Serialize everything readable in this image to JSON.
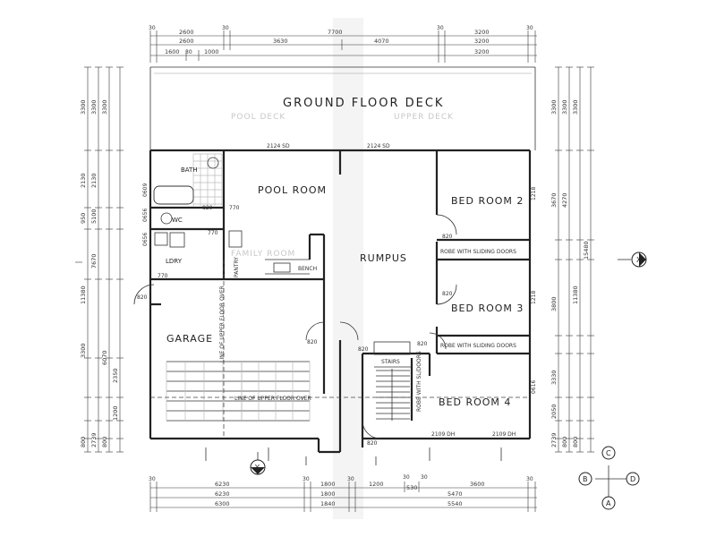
{
  "rooms": {
    "deck": "GROUND FLOOR DECK",
    "pool_room": "POOL ROOM",
    "rumpus": "RUMPUS",
    "garage": "GARAGE",
    "bed2": "BED ROOM 2",
    "bed3": "BED ROOM 3",
    "bed4": "BED ROOM 4",
    "bath": "BATH",
    "wc": "WC",
    "ldry": "LDRY",
    "stairs": "STAIRS",
    "bench": "BENCH",
    "pantry": "PANTRY",
    "robe2": "ROBE WITH SLIDING DOORS",
    "robe3": "ROBE WITH SLIDING DOORS",
    "robe4": "ROBE WITH SL/DOORS"
  },
  "notes": {
    "upper_floor_v": "LINE OF UPPER FLOOR OVER",
    "upper_floor_h": "LINE OF UPPER FLOOR OVER",
    "sd_left": "2124 SD",
    "sd_right": "2124 SD",
    "dh_left": "2109 DH",
    "dh_right": "2109 DH",
    "ghost_deck_a": "POOL DECK",
    "ghost_deck_b": "UPPER DECK",
    "ghost_room": "FAMILY ROOM"
  },
  "doors": {
    "d1": "820",
    "d2": "820",
    "d3": "820",
    "d4": "820",
    "d5": "820",
    "d6": "820",
    "d7": "820",
    "d8": "820"
  },
  "windows": {
    "w_bath": "0609",
    "w_wc": "0656",
    "w_ldry": "0656",
    "w_ldry2": "770",
    "w_bed2": "1218",
    "w_bed3": "1218",
    "w_bed4": "0616",
    "w_pool1": "770",
    "w_pool2": "770"
  },
  "dims_top": {
    "r0": [
      "2600",
      "7700",
      "3200"
    ],
    "r1": [
      "2600",
      "3630",
      "4070",
      "3200"
    ],
    "r2": [
      "1600",
      "1000",
      "3200"
    ],
    "small": [
      "30",
      "30",
      "30",
      "30",
      "30"
    ]
  },
  "dims_bottom": {
    "r0": [
      "6230",
      "1800",
      "1200",
      "530",
      "3600"
    ],
    "r1": [
      "6230",
      "1800",
      "5470"
    ],
    "r2": [
      "6300",
      "1840",
      "5540"
    ],
    "small": [
      "30",
      "30",
      "30",
      "30",
      "30",
      "30"
    ]
  },
  "dims_left": {
    "a": [
      "3300",
      "2130",
      "950",
      "3300",
      "11380"
    ],
    "b": [
      "3300",
      "2130",
      "5100",
      "7670"
    ],
    "c": [
      "3300",
      "6070",
      "2350",
      "1200"
    ],
    "bottom": [
      "800",
      "2739",
      "800"
    ]
  },
  "dims_right": {
    "a": [
      "3300",
      "3670",
      "3800",
      "3330",
      "2050"
    ],
    "b": [
      "3300",
      "4270",
      "11380"
    ],
    "c": [
      "3300",
      "15480"
    ],
    "bottom": [
      "2739",
      "800",
      "800"
    ]
  },
  "markers": {
    "x_marker": "X",
    "y_marker": "Y",
    "a": "A",
    "b": "B",
    "c": "C",
    "d": "D"
  },
  "colors": {
    "ink": "#222222",
    "paper": "#ffffff",
    "ghost": "#c8c8c8"
  }
}
